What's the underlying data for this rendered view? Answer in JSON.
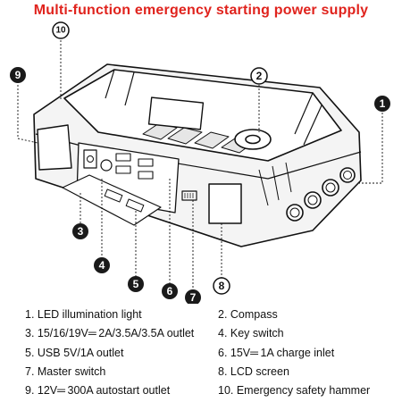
{
  "title": "Multi-function emergency starting power supply",
  "callouts": [
    "1",
    "2",
    "3",
    "4",
    "5",
    "6",
    "7",
    "8",
    "9",
    "10"
  ],
  "legend": [
    "1. LED illumination light",
    "2. Compass",
    "3. 15/16/19V═ 2A/3.5A/3.5A outlet",
    "4. Key switch",
    "5. USB 5V/1A outlet",
    "6. 15V═ 1A charge inlet",
    "7. Master switch",
    "8. LCD screen",
    "9. 12V═ 300A autostart outlet",
    "10. Emergency safety hammer"
  ],
  "colors": {
    "title": "#e0231d",
    "line": "#111111",
    "marker": "#1a1a1a"
  }
}
